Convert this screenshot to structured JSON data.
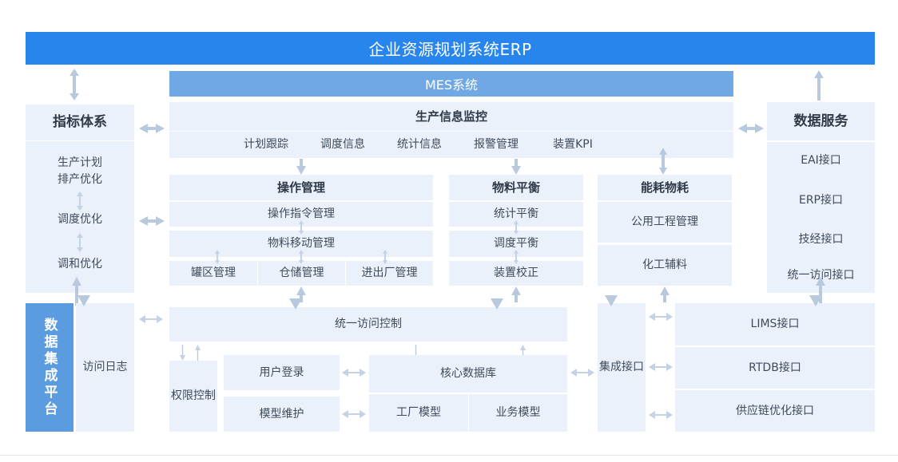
{
  "diagram": {
    "title": "企业资源规划系统ERP",
    "mes_title": "MES系统",
    "colors": {
      "erp_bar": "#2785ed",
      "mes_bar": "#6fa8e4",
      "platform_bar": "#5b9be0",
      "panel": "#eaf1fb",
      "arrow": "#b8c9de",
      "text": "#3f4b5b"
    }
  },
  "left_panel": {
    "title": "指标体系",
    "items": [
      "生产计划",
      "排产优化",
      "调度优化",
      "调和优化"
    ]
  },
  "right_panel": {
    "title": "数据服务",
    "items": [
      "EAI接口",
      "ERP接口",
      "技经接口",
      "统一访问接口"
    ]
  },
  "monitor": {
    "title": "生产信息监控",
    "items": [
      "计划跟踪",
      "调度信息",
      "统计信息",
      "报警管理",
      "装置KPI"
    ]
  },
  "modules": [
    {
      "title": "操作管理",
      "rows": [
        "操作指令管理",
        "物料移动管理"
      ],
      "bottom": [
        "罐区管理",
        "仓储管理",
        "进出厂管理"
      ]
    },
    {
      "title": "物料平衡",
      "rows": [
        "统计平衡",
        "调度平衡",
        "装置校正"
      ],
      "bottom": []
    },
    {
      "title": "能耗物耗",
      "rows": [
        "公用工程管理",
        "化工辅料"
      ],
      "bottom": []
    }
  ],
  "platform": {
    "vertical_label": "数据集成平台",
    "access_log": "访问日志",
    "access_control": "统一访问控制",
    "permission": "权限控制",
    "user_login": "用户登录",
    "model_maintain": "模型维护",
    "core_db": "核心数据库",
    "models": [
      "工厂模型",
      "业务模型"
    ],
    "integration_interface": "集成接口",
    "interfaces": [
      "LIMS接口",
      "RTDB接口",
      "供应链优化接口"
    ]
  }
}
